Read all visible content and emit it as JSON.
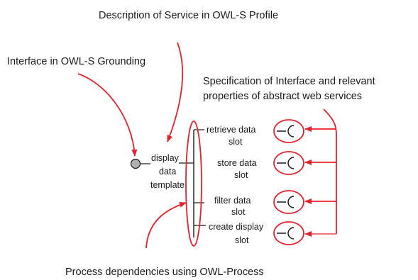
{
  "annotations": {
    "profile": "Description of Service in OWL-S Profile",
    "grounding": "Interface in OWL-S Grounding",
    "spec_line1": "Specification of Interface and relevant",
    "spec_line2": "properties of abstract web services",
    "process": "Process dependencies using OWL-Process"
  },
  "display_node": {
    "line1": "display",
    "line2": "data",
    "line3": "template"
  },
  "slots": [
    {
      "line1": "retrieve data",
      "line2": "slot"
    },
    {
      "line1": "store data",
      "line2": "slot"
    },
    {
      "line1": "filter data",
      "line2": "slot"
    },
    {
      "line1": "create display",
      "line2": "slot"
    }
  ],
  "colors": {
    "accent": "#e8202a",
    "line": "#1a1a1a",
    "node_fill": "#b0b0b0"
  }
}
